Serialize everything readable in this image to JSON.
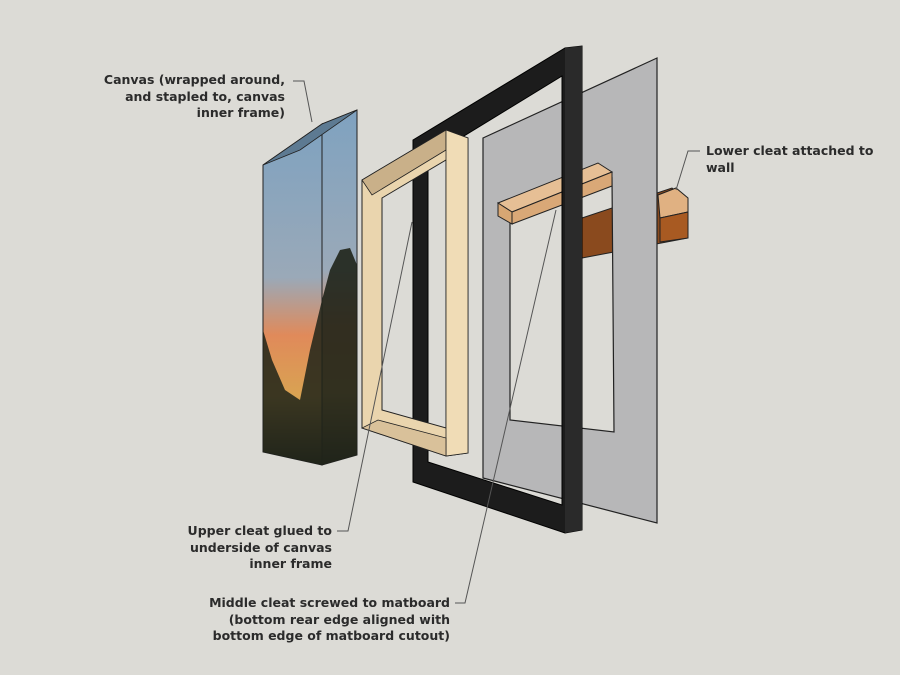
{
  "labels": {
    "canvas": "Canvas (wrapped around,\nand stapled to, canvas\ninner frame)",
    "lower_cleat": "Lower cleat attached to wall",
    "upper_cleat": "Upper cleat glued to\nunderside of canvas\ninner frame",
    "middle_cleat": "Middle cleat screwed to matboard\n(bottom rear edge aligned with\nbottom edge of matboard cutout)"
  },
  "colors": {
    "background": "#dcdbd6",
    "frame": "#1c1c1c",
    "matboard": "#b7b7b8",
    "wood": "#e8d2aa",
    "cleat": "#d9a877",
    "lower_cleat_dark": "#8a4a1e",
    "sky_top": "#7fa2c0",
    "sky_sunset": "#e08a5a"
  }
}
